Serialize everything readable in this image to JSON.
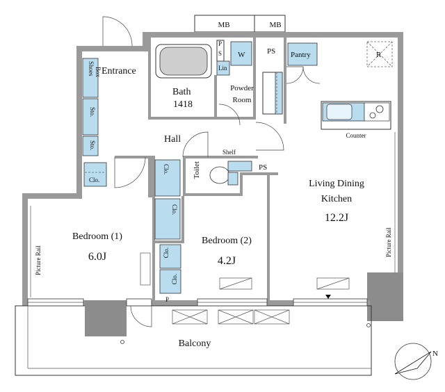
{
  "labels": {
    "mb1": "MB",
    "mb2": "MB",
    "entrance": "Entrance",
    "shoes_box_1": "Shoes",
    "shoes_box_2": "Box",
    "sto1": "Sto.",
    "sto2": "Sto.",
    "clo_left": "Clo.",
    "bath": "Bath",
    "bath_size": "1418",
    "ps_small": "P",
    "ps_small2": "S",
    "w": "W",
    "lin": "Lin",
    "powder1": "Powder",
    "powder2": "Room",
    "ps_top": "PS",
    "pantry": "Pantry",
    "r": "R",
    "counter": "Counter",
    "hall": "Hall",
    "shelf": "Shelf",
    "ps_mid": "PS",
    "toilet": "Toilet",
    "clo_a": "Clo.",
    "clo_b": "Clo.",
    "clo_c": "Clo.",
    "clo_d": "Clo.",
    "ldk1": "Living Dining",
    "ldk2": "Kitchen",
    "ldk_size": "12.2J",
    "bed1": "Bedroom (1)",
    "bed1_size": "6.0J",
    "bed2": "Bedroom (2)",
    "bed2_size": "4.2J",
    "picture_rail_left": "Picture Rail",
    "picture_rail_right": "Picture Rail",
    "p_bottom": "P",
    "balcony": "Balcony",
    "compass": "N"
  }
}
